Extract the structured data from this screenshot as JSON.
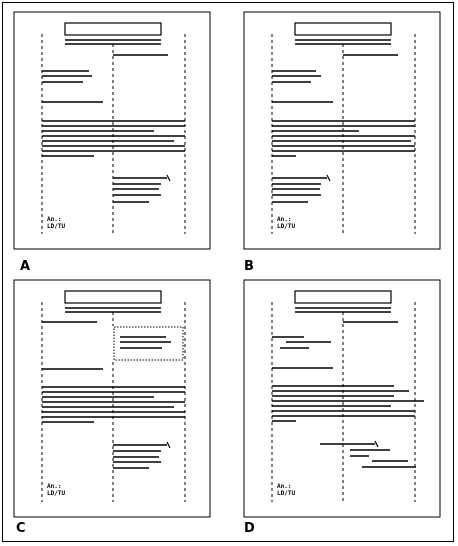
{
  "figure": {
    "panels": [
      {
        "label": "A",
        "footer_line1": "An.:",
        "footer_line2": "LD/TU"
      },
      {
        "label": "B",
        "footer_line1": "An.:",
        "footer_line2": "LD/TU"
      },
      {
        "label": "C",
        "footer_line1": "An.:",
        "footer_line2": "LD/TU"
      },
      {
        "label": "D",
        "footer_line1": "An.:",
        "footer_line2": "LD/TU"
      }
    ]
  }
}
